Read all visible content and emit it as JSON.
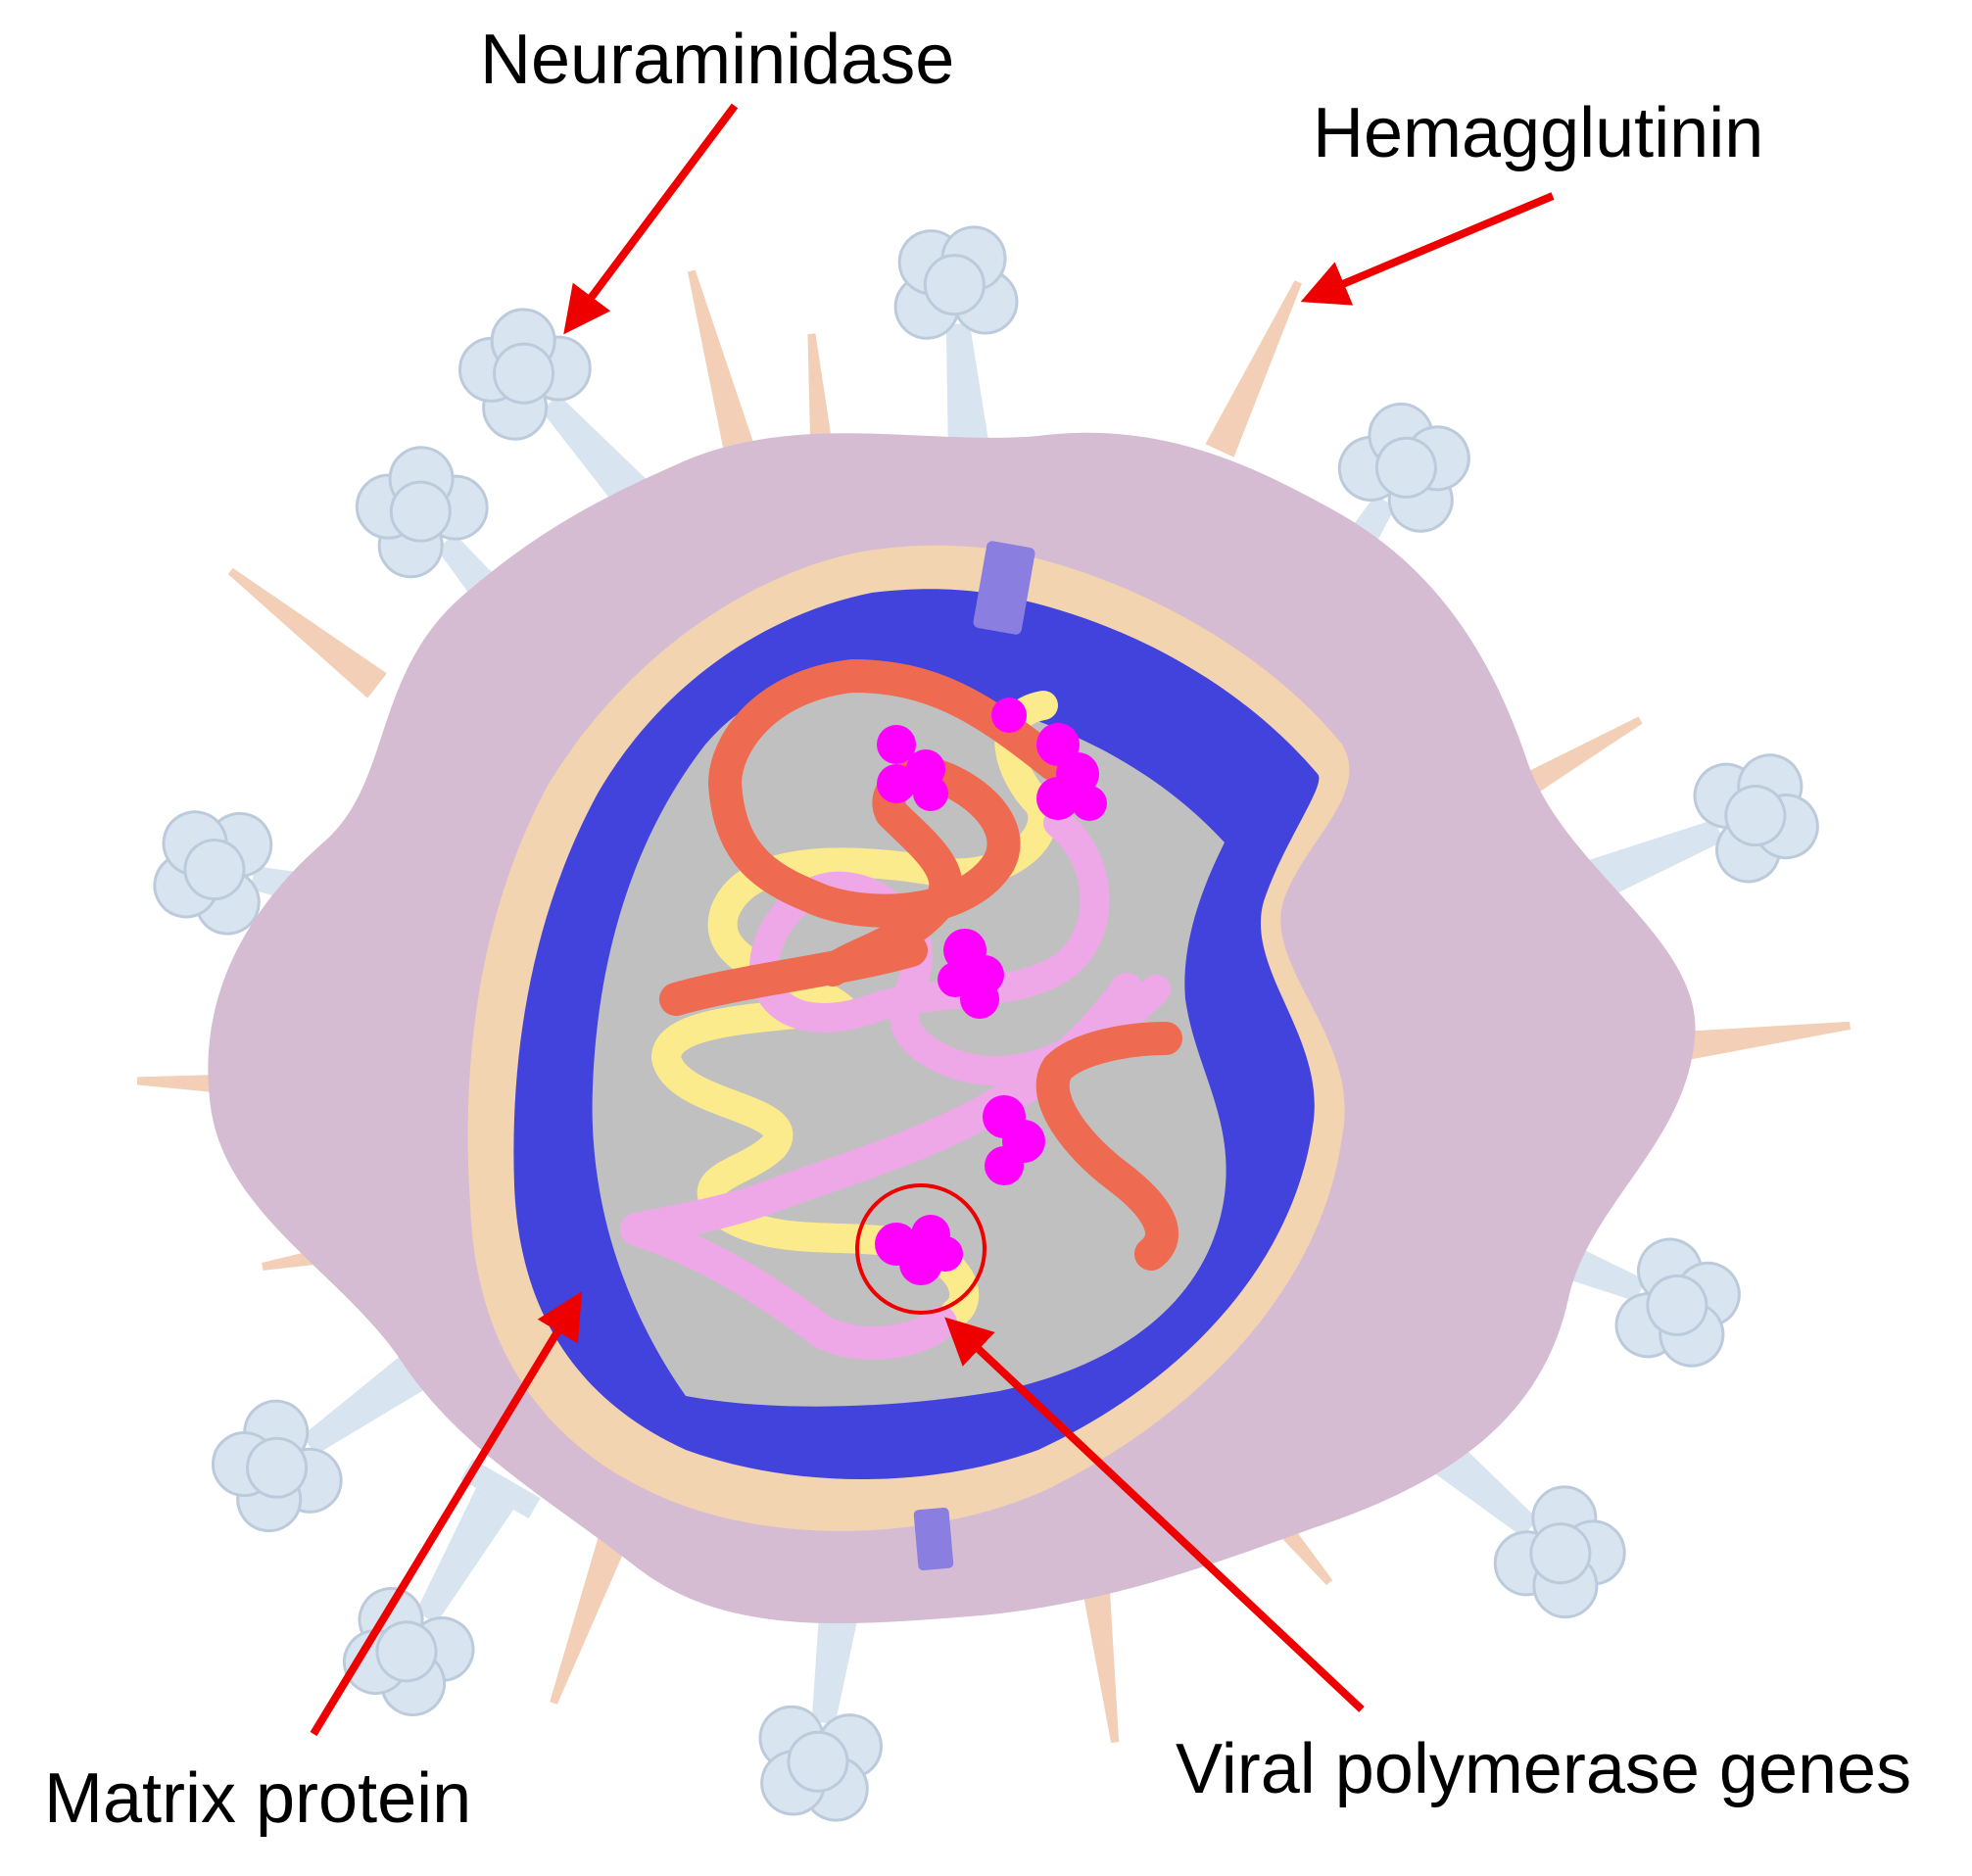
{
  "labels": {
    "neuraminidase": "Neuraminidase",
    "hemagglutinin": "Hemagglutinin",
    "matrix_protein": "Matrix protein",
    "viral_polymerase_genes": "Viral polymerase genes"
  },
  "colors": {
    "envelope": "#d5bcd2",
    "lipid_layer": "#f2d4b0",
    "matrix": "#4242dc",
    "core": "#c0c0c0",
    "neuraminidase": "#d8e4ef",
    "hemagglutinin": "#f2cfb6",
    "polymerase": "#ff00ff",
    "rna_orange": "#ee6a50",
    "rna_yellow": "#fbeb8c",
    "rna_pink": "#eea8e8",
    "channel": "#8a7ee0",
    "arrow": "#ee0000"
  }
}
